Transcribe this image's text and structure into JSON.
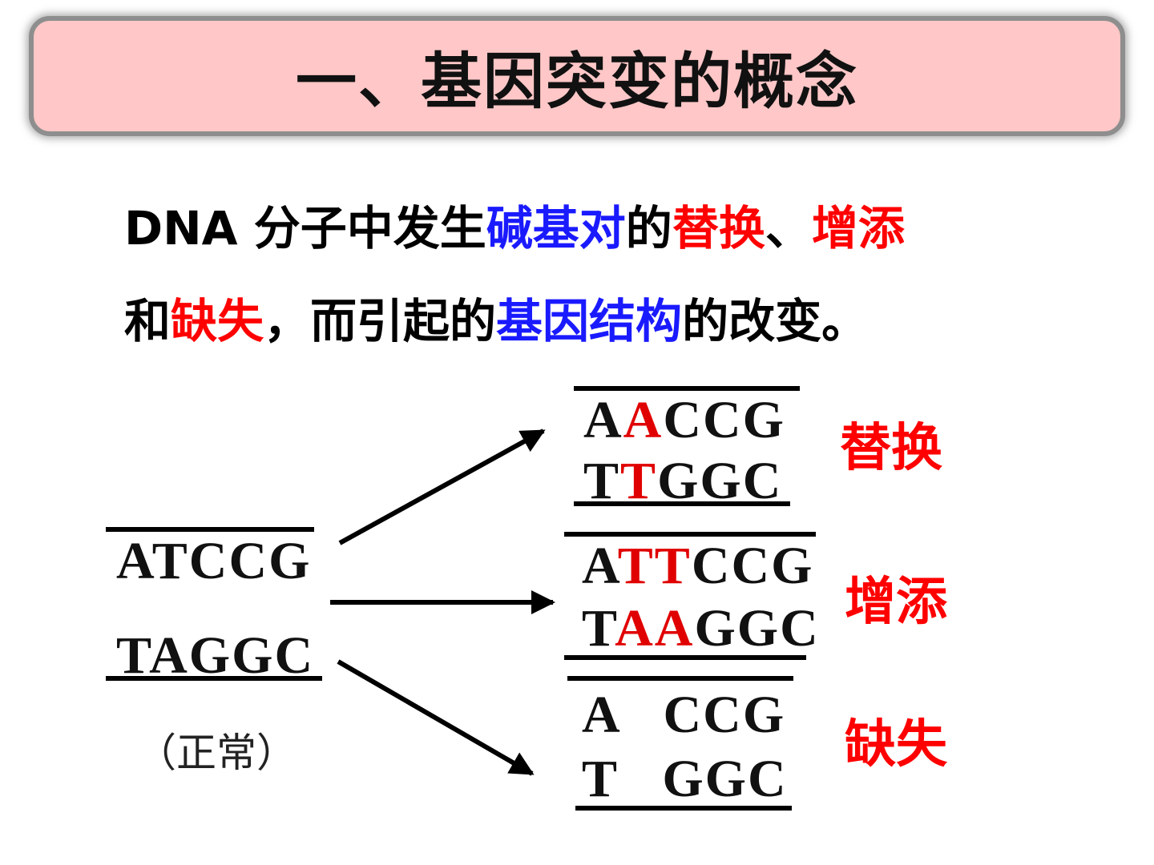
{
  "title": "一、基因突变的概念",
  "definition": {
    "line1": [
      {
        "text": "DNA 分子中发生",
        "color": "black"
      },
      {
        "text": "碱基对",
        "color": "blue"
      },
      {
        "text": "的",
        "color": "black"
      },
      {
        "text": "替换",
        "color": "red"
      },
      {
        "text": "、",
        "color": "black"
      },
      {
        "text": "增添",
        "color": "red"
      }
    ],
    "line2": [
      {
        "text": "和",
        "color": "black"
      },
      {
        "text": "缺失",
        "color": "red"
      },
      {
        "text": "，而引起的",
        "color": "black"
      },
      {
        "text": "基因结构",
        "color": "blue"
      },
      {
        "text": "的改变。",
        "color": "black"
      }
    ]
  },
  "normal": {
    "top_strand": "ATCCG",
    "bottom_strand": "TAGGC",
    "label": "（正常）"
  },
  "mutations": [
    {
      "name": "替换",
      "top": [
        {
          "t": "A"
        },
        {
          "t": "A",
          "mut": true
        },
        {
          "t": "CCG"
        }
      ],
      "bottom": [
        {
          "t": "T"
        },
        {
          "t": "T",
          "mut": true
        },
        {
          "t": "GGC"
        }
      ]
    },
    {
      "name": "增添",
      "top": [
        {
          "t": "A"
        },
        {
          "t": "TT",
          "mut": true
        },
        {
          "t": "CCG"
        }
      ],
      "bottom": [
        {
          "t": "T"
        },
        {
          "t": "AA",
          "mut": true
        },
        {
          "t": "GGC"
        }
      ]
    },
    {
      "name": "缺失",
      "top": [
        {
          "t": "A   CCG"
        }
      ],
      "bottom": [
        {
          "t": "T   GGC"
        }
      ]
    }
  ],
  "colors": {
    "title_bg": "#ffc7c7",
    "blue": "#1a1aff",
    "red": "#ff0000"
  }
}
